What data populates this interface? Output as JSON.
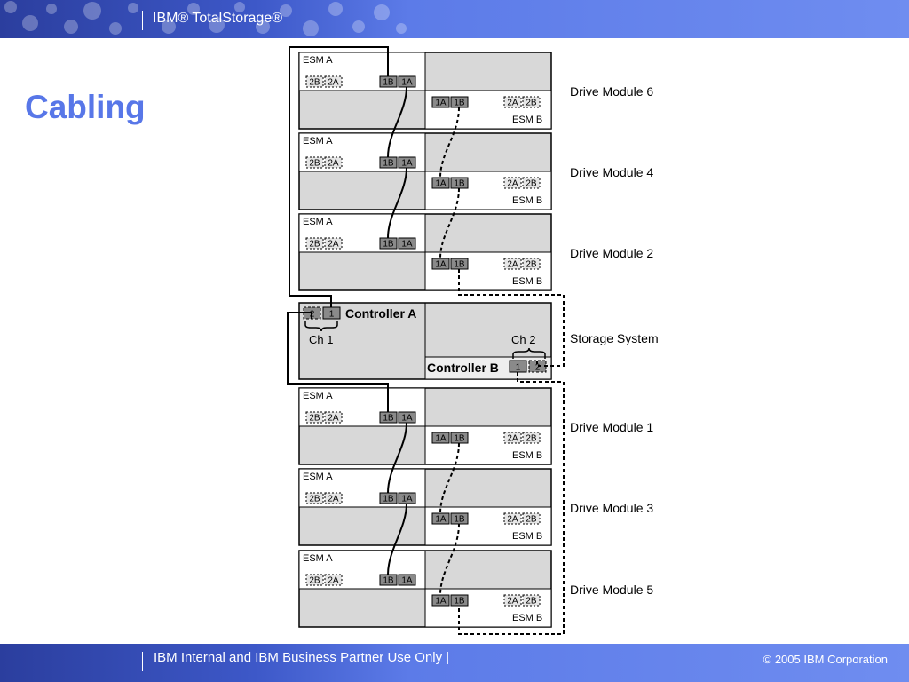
{
  "header": {
    "brand": "IBM® TotalStorage®"
  },
  "title": "Cabling",
  "footer": {
    "left": "IBM Internal and IBM Business Partner Use Only  |",
    "right": "© 2005 IBM Corporation"
  },
  "diagram": {
    "esm_a_label": "ESM A",
    "esm_b_label": "ESM B",
    "ports_a_dashed": [
      "2B",
      "2A"
    ],
    "ports_a_solid": [
      "1B",
      "1A"
    ],
    "ports_b_solid": [
      "1A",
      "1B"
    ],
    "ports_b_dashed": [
      "2A",
      "2B"
    ],
    "modules_top": [
      "Drive Module 6",
      "Drive Module 4",
      "Drive Module 2"
    ],
    "modules_bottom": [
      "Drive Module 1",
      "Drive Module 3",
      "Drive Module 5"
    ],
    "storage": {
      "label": "Storage System",
      "controller_a": "Controller A",
      "controller_b": "Controller B",
      "ch1": "Ch 1",
      "ch2": "Ch 2",
      "ports_a": [
        "2",
        "1"
      ],
      "ports_b": [
        "1",
        "2"
      ]
    }
  }
}
